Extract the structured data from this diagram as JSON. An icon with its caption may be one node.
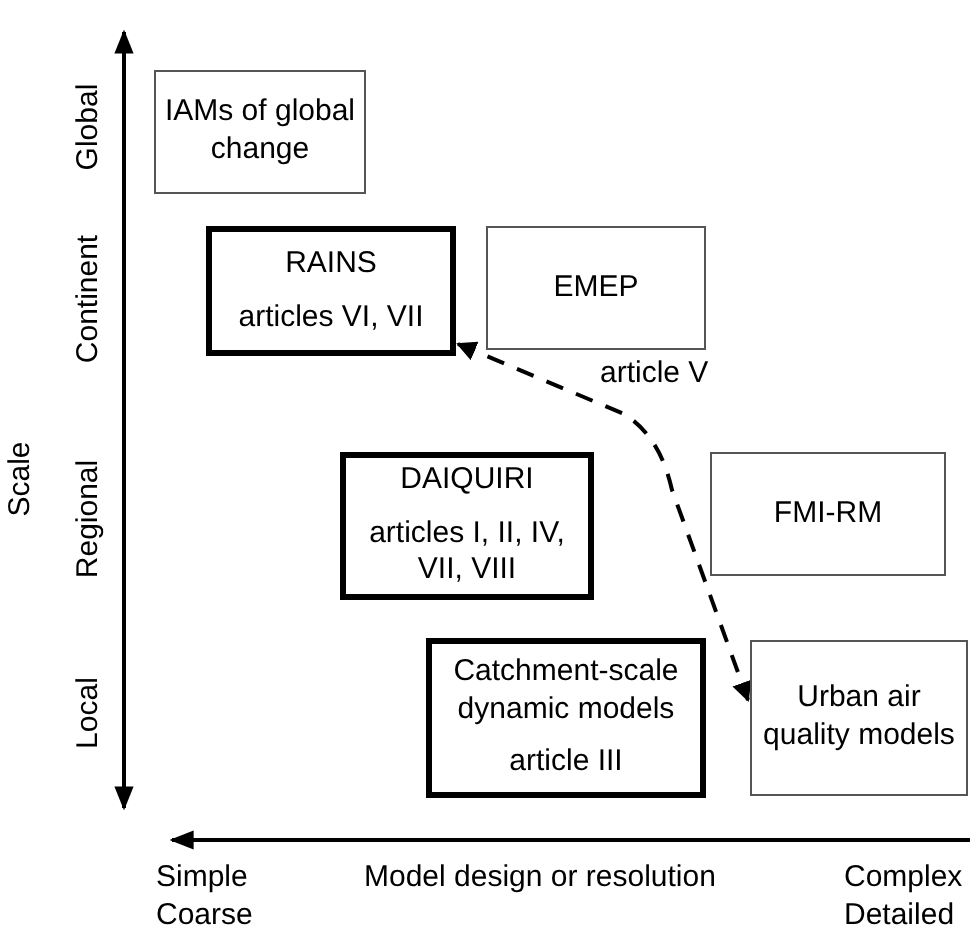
{
  "diagram": {
    "nodes": [
      {
        "text": [
          "IAMs of global change"
        ]
      },
      {
        "text": [
          "RAINS",
          "articles VI, VII"
        ]
      },
      {
        "text": [
          "EMEP"
        ]
      },
      {
        "text": [
          "DAIQUIRI",
          "articles I, II, IV, VII, VIII"
        ]
      },
      {
        "text": [
          "FMI-RM"
        ]
      },
      {
        "text": [
          "Catchment-scale dynamic models",
          "article III"
        ]
      },
      {
        "text": [
          "Urban air quality models"
        ]
      }
    ],
    "edges": [
      {
        "from": 1,
        "to": 6,
        "arrow": "both",
        "style": "dashed",
        "label": "article V"
      }
    ],
    "labels": [
      "Global",
      "Continent",
      "Scale",
      "Regional",
      "Local",
      "Simple",
      "Coarse",
      "Model design or resolution",
      "Complex",
      "Detailed"
    ]
  }
}
